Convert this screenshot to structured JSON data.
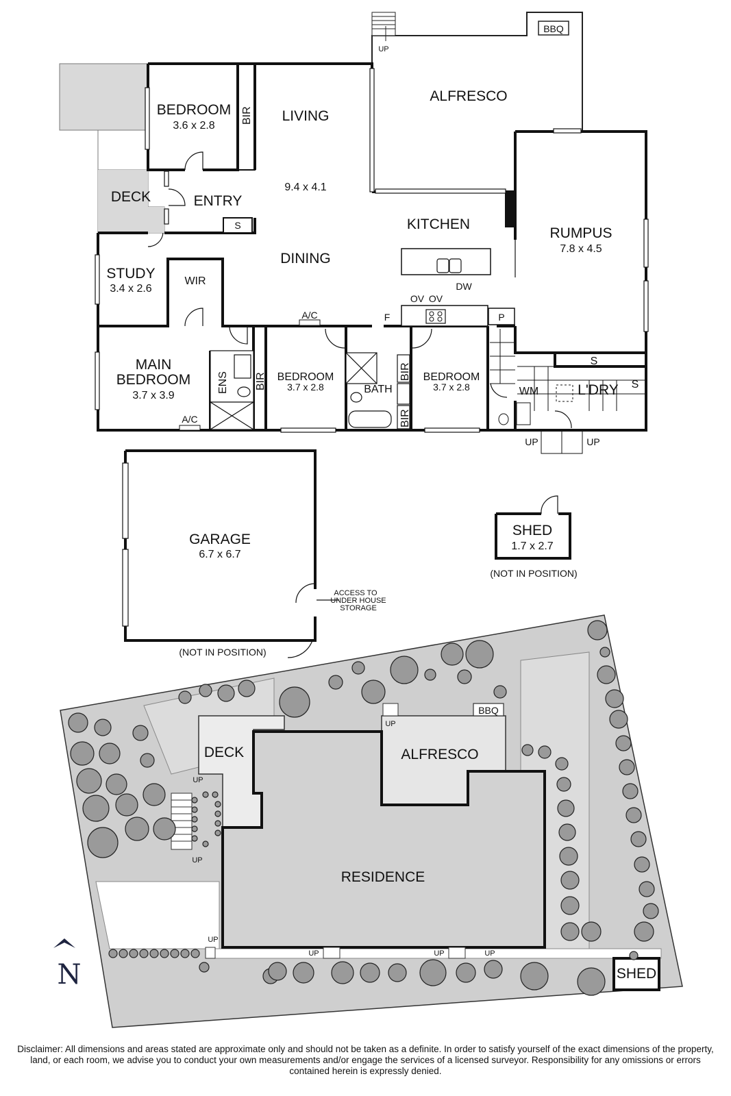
{
  "floor_plan": {
    "rooms": {
      "bedroom1": {
        "name": "BEDROOM",
        "size": "3.6 x 2.8"
      },
      "bir1": "BIR",
      "living": {
        "name": "LIVING",
        "size": "9.4 x 4.1"
      },
      "alfresco": "ALFRESCO",
      "bbq": "BBQ",
      "up_alfresco": "UP",
      "deck": "DECK",
      "entry": "ENTRY",
      "s_entry": "S",
      "kitchen": "KITCHEN",
      "rumpus": {
        "name": "RUMPUS",
        "size": "7.8 x 4.5"
      },
      "dining": "DINING",
      "study": {
        "name": "STUDY",
        "size": "3.4 x 2.6"
      },
      "wir": "WIR",
      "dw": "DW",
      "ov1": "OV",
      "ov2": "OV",
      "ac_hall": "A/C",
      "f": "F",
      "p": "P",
      "main_bedroom": {
        "line1": "MAIN",
        "line2": "BEDROOM",
        "size": "3.7 x 3.9"
      },
      "ens": "ENS",
      "bir_main": "BIR",
      "bedroom2": {
        "name": "BEDROOM",
        "size": "3.7 x 2.8"
      },
      "bath": "BATH",
      "bir_bath1": "BIR",
      "bir_bath2": "BIR",
      "bedroom3": {
        "name": "BEDROOM",
        "size": "3.7 x 2.8"
      },
      "wm": "WM",
      "ldry": "L'DRY",
      "s_ldry1": "S",
      "s_ldry2": "S",
      "ac_main": "A/C",
      "up_ldry1": "UP",
      "up_ldry2": "UP"
    },
    "garage": {
      "name": "GARAGE",
      "size": "6.7 x 6.7",
      "note": "(NOT IN POSITION)"
    },
    "access_note": [
      "ACCESS TO",
      "UNDER HOUSE",
      "STORAGE"
    ],
    "shed": {
      "name": "SHED",
      "size": "1.7 x 2.7",
      "note": "(NOT IN POSITION)"
    }
  },
  "site_plan": {
    "residence": "RESIDENCE",
    "alfresco": "ALFRESCO",
    "deck": "DECK",
    "bbq": "BBQ",
    "shed": "SHED",
    "up_labels": [
      "UP",
      "UP",
      "UP",
      "UP",
      "UP",
      "UP",
      "UP"
    ],
    "north": "N"
  },
  "disclaimer": "Disclaimer: All dimensions and areas stated are approximate only and should not be taken as a definite. In order to satisfy yourself of the exact dimensions of the property, land, or each room, we advise you to conduct your own measurements and/or engage the services of a licensed surveyor. Responsibility for any omissions or errors contained herein is expressly denied.",
  "colors": {
    "wall": "#111111",
    "deck_fill": "#d9d9d9",
    "site_grey": "#cfcfcf",
    "residence_fill": "#d2d2d2",
    "tree_fill": "#9a9a9a"
  }
}
